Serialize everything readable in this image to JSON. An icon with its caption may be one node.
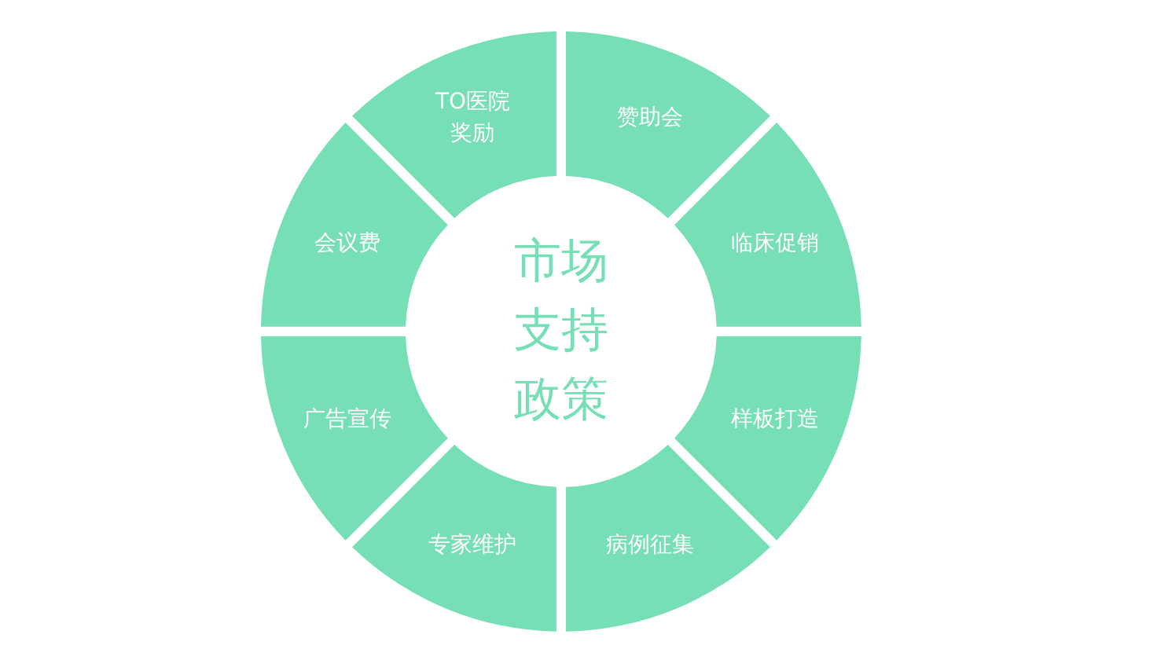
{
  "diagram": {
    "nodes": [
      {
        "text": [
          "市场支持政策"
        ]
      },
      {
        "text": [
          "赞助会"
        ]
      },
      {
        "text": [
          "临床促销"
        ]
      },
      {
        "text": [
          "样板打造"
        ]
      },
      {
        "text": [
          "病例征集"
        ]
      },
      {
        "text": [
          "专家维护"
        ]
      },
      {
        "text": [
          "广告宣传"
        ]
      },
      {
        "text": [
          "会议费"
        ]
      },
      {
        "text": [
          "TO医院奖励"
        ]
      }
    ]
  }
}
